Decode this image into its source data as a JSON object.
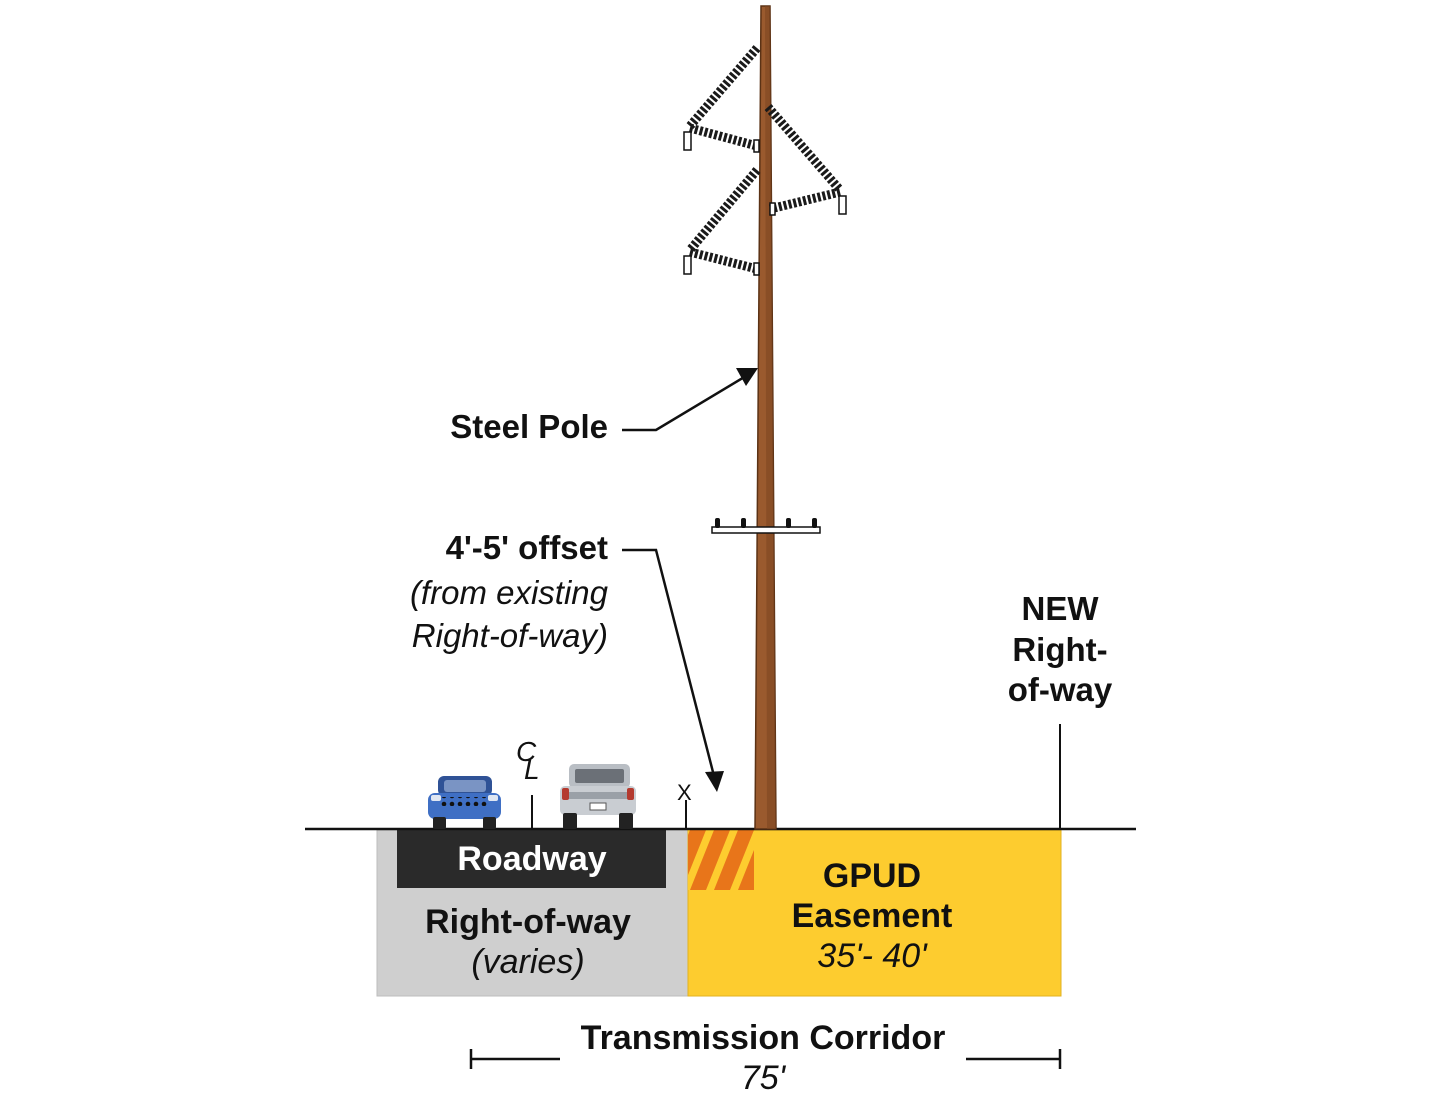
{
  "labels": {
    "steel_pole": "Steel Pole",
    "offset": "4'-5' offset",
    "offset_note_1": "(from existing",
    "offset_note_2": "Right-of-way)",
    "new_row_1": "NEW",
    "new_row_2": "Right-",
    "new_row_3": "of-way",
    "centerline_c": "C",
    "centerline_l": "L",
    "x_mark": "X",
    "roadway": "Roadway",
    "row": "Right-of-way",
    "row_note": "(varies)",
    "gpud_1": "GPUD",
    "gpud_2": "Easement",
    "gpud_dim": "35'- 40'",
    "corridor": "Transmission Corridor",
    "corridor_dim": "75'"
  },
  "colors": {
    "pole": "#9a5a2e",
    "pole_shade": "#6e3d1c",
    "easement": "#fdcc2f",
    "row_gray": "#cfcfcf",
    "roadway": "#2a2a2a",
    "hatch": "#e8751a",
    "blue_car": "#3f6fc4",
    "truck": "#c9cdd2",
    "insulator": "#1a1a1a"
  }
}
